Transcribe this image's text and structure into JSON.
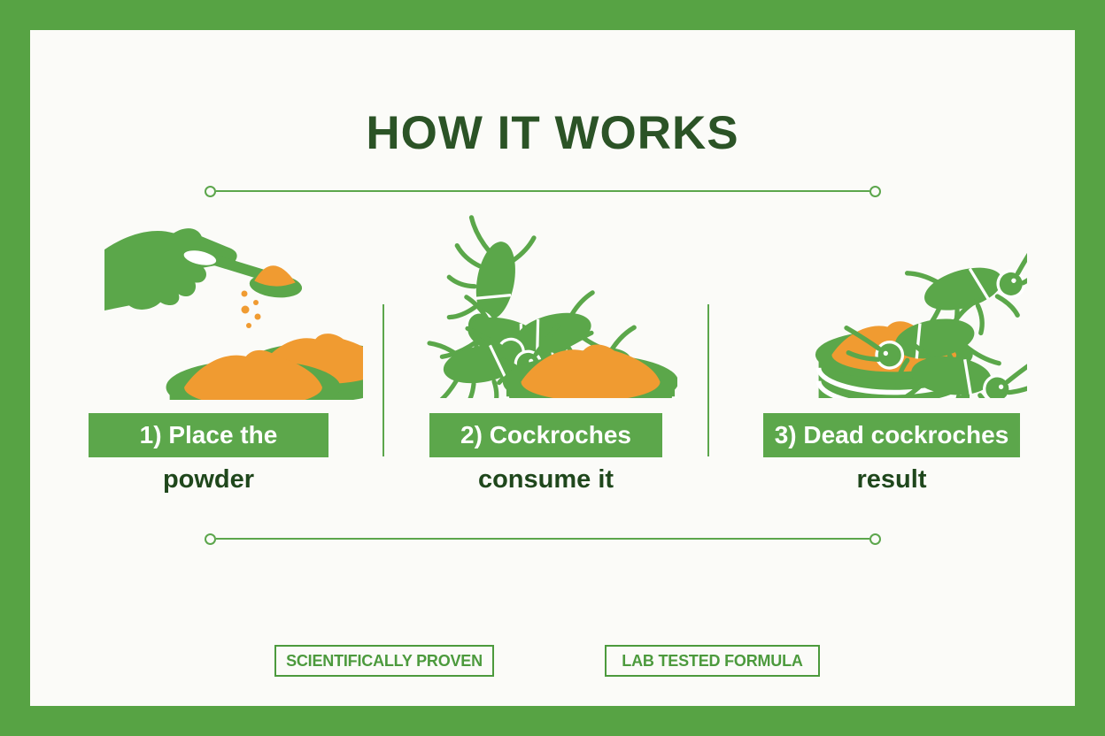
{
  "title": "HOW IT WORKS",
  "steps": [
    {
      "badge": "1) Place the",
      "caption": "powder",
      "icon": "hand-pouring-powder-into-tins-icon"
    },
    {
      "badge": "2) Cockroches",
      "caption": "consume it",
      "icon": "cockroaches-around-powder-tin-icon"
    },
    {
      "badge": "3) Dead cockroches",
      "caption": "result",
      "icon": "powder-tin-with-dead-cockroaches-icon"
    }
  ],
  "footer_badges": [
    {
      "label": "SCIENTIFICALLY PROVEN"
    },
    {
      "label": "LAB TESTED FORMULA"
    }
  ],
  "colors": {
    "frame_green": "#57A344",
    "badge_green": "#5CA74B",
    "icon_green": "#5BA74A",
    "line_green": "#5CA64C",
    "title_green": "#2B5326",
    "caption_green": "#1F471C",
    "pill_green": "#4C9A3D",
    "orange": "#F09B31",
    "background": "#FBFBF8"
  }
}
